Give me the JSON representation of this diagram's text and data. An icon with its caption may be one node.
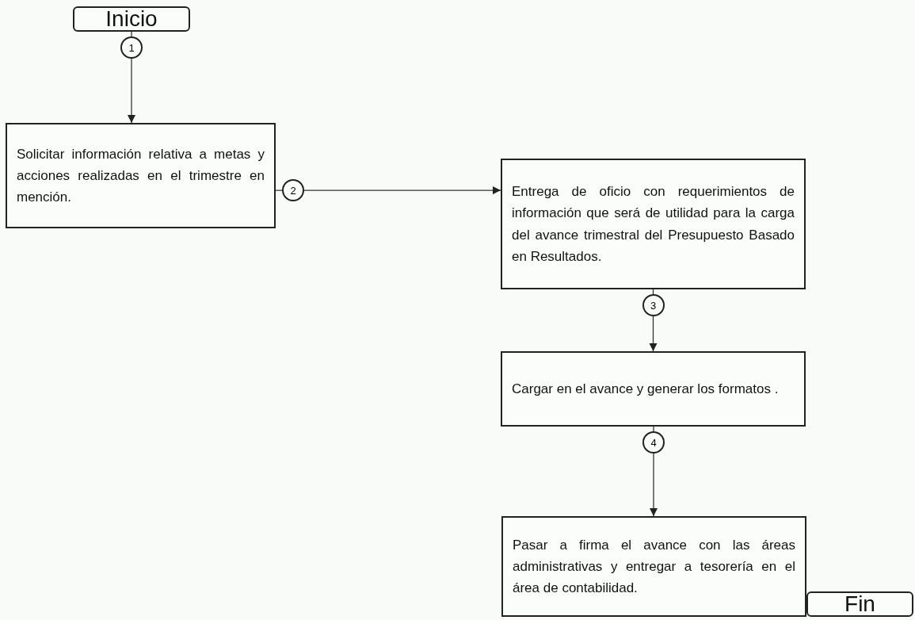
{
  "diagram": {
    "nodes": [
      {
        "text": [
          "Inicio"
        ]
      },
      {
        "text": [
          "Solicitar información relativa a metas y  acciones realizadas en el trimestre en mención."
        ]
      },
      {
        "text": [
          "Entrega de oficio con requerimientos de información que será de utilidad para la carga del avance trimestral del Presupuesto Basado en Resultados."
        ]
      },
      {
        "text": [
          "Cargar en el avance y generar los formatos ."
        ]
      },
      {
        "text": [
          "Pasar a firma el avance con las áreas administrativas y entregar a tesorería  en el área de contabilidad."
        ]
      },
      {
        "text": [
          "Fin"
        ]
      }
    ],
    "edges": [
      {
        "from": 0,
        "to": 1,
        "arrow": "to",
        "label": "1"
      },
      {
        "from": 1,
        "to": 2,
        "arrow": "to",
        "label": "2"
      },
      {
        "from": 2,
        "to": 3,
        "arrow": "to",
        "label": "3"
      },
      {
        "from": 3,
        "to": 4,
        "arrow": "to",
        "label": "4"
      }
    ]
  }
}
